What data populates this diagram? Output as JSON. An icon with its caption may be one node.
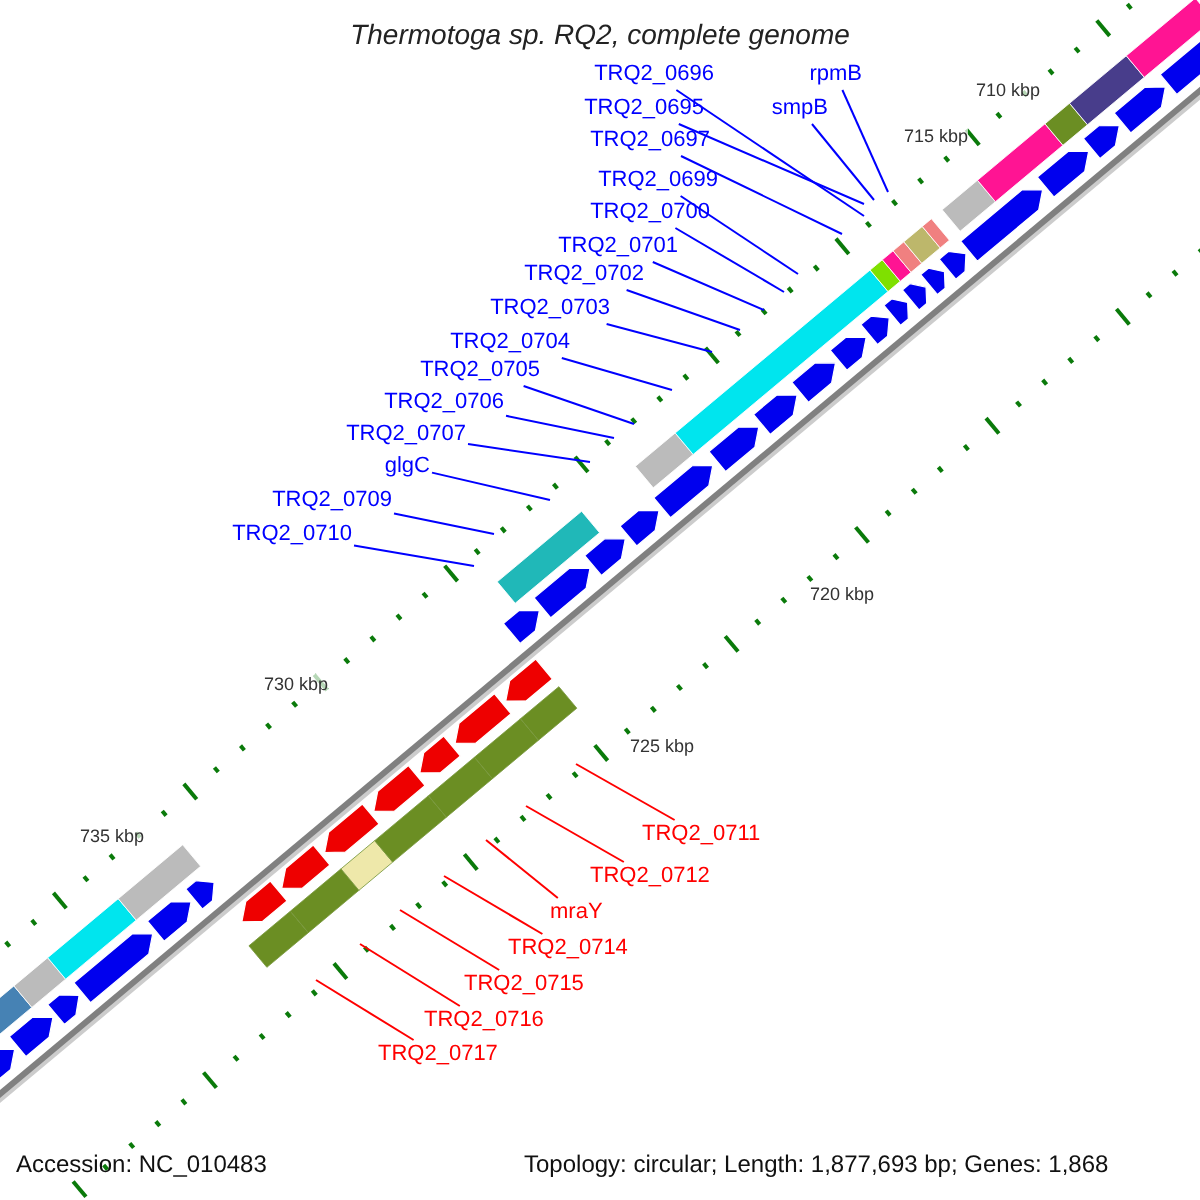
{
  "diagram": {
    "title": "Thermotoga sp. RQ2, complete genome",
    "nodes": [
      {
        "text": [
          "TRQ2_0696"
        ]
      },
      {
        "text": [
          "rpmB"
        ]
      },
      {
        "text": [
          "TRQ2_0695"
        ]
      },
      {
        "text": [
          "smpB"
        ]
      },
      {
        "text": [
          "TRQ2_0697"
        ]
      },
      {
        "text": [
          "TRQ2_0699"
        ]
      },
      {
        "text": [
          "TRQ2_0700"
        ]
      },
      {
        "text": [
          "TRQ2_0701"
        ]
      },
      {
        "text": [
          "TRQ2_0702"
        ]
      },
      {
        "text": [
          "TRQ2_0703"
        ]
      },
      {
        "text": [
          "TRQ2_0704"
        ]
      },
      {
        "text": [
          "TRQ2_0705"
        ]
      },
      {
        "text": [
          "TRQ2_0706"
        ]
      },
      {
        "text": [
          "TRQ2_0707"
        ]
      },
      {
        "text": [
          "glgC"
        ]
      },
      {
        "text": [
          "TRQ2_0709"
        ]
      },
      {
        "text": [
          "TRQ2_0710"
        ]
      },
      {
        "text": [
          "TRQ2_0711"
        ]
      },
      {
        "text": [
          "TRQ2_0712"
        ]
      },
      {
        "text": [
          "mraY"
        ]
      },
      {
        "text": [
          "TRQ2_0714"
        ]
      },
      {
        "text": [
          "TRQ2_0715"
        ]
      },
      {
        "text": [
          "TRQ2_0716"
        ]
      },
      {
        "text": [
          "TRQ2_0717"
        ]
      }
    ],
    "edges": [
      {
        "from": 0,
        "to": null,
        "arrow": "none"
      },
      {
        "from": 1,
        "to": null,
        "arrow": "none"
      },
      {
        "from": 2,
        "to": null,
        "arrow": "none"
      },
      {
        "from": 3,
        "to": null,
        "arrow": "none"
      },
      {
        "from": 4,
        "to": null,
        "arrow": "none"
      },
      {
        "from": 5,
        "to": null,
        "arrow": "none"
      },
      {
        "from": 6,
        "to": null,
        "arrow": "none"
      },
      {
        "from": 7,
        "to": null,
        "arrow": "none"
      },
      {
        "from": 8,
        "to": null,
        "arrow": "none"
      },
      {
        "from": 9,
        "to": null,
        "arrow": "none"
      },
      {
        "from": 10,
        "to": null,
        "arrow": "none"
      },
      {
        "from": 11,
        "to": null,
        "arrow": "none"
      },
      {
        "from": 12,
        "to": null,
        "arrow": "none"
      },
      {
        "from": 13,
        "to": null,
        "arrow": "none"
      },
      {
        "from": 14,
        "to": null,
        "arrow": "none"
      },
      {
        "from": 15,
        "to": null,
        "arrow": "none"
      },
      {
        "from": 16,
        "to": null,
        "arrow": "none"
      },
      {
        "from": 17,
        "to": null,
        "arrow": "none",
        "color": "#ff0000"
      },
      {
        "from": 18,
        "to": null,
        "arrow": "none",
        "color": "#ff0000"
      },
      {
        "from": 19,
        "to": null,
        "arrow": "none",
        "color": "#ff0000"
      },
      {
        "from": 20,
        "to": null,
        "arrow": "none",
        "color": "#ff0000"
      },
      {
        "from": 21,
        "to": null,
        "arrow": "none",
        "color": "#ff0000"
      },
      {
        "from": 22,
        "to": null,
        "arrow": "none",
        "color": "#ff0000"
      },
      {
        "from": 23,
        "to": null,
        "arrow": "none",
        "color": "#ff0000"
      }
    ],
    "labels": [
      "710 kbp",
      "715 kbp",
      "720 kbp",
      "725 kbp",
      "730 kbp",
      "735 kbp",
      "Accession: NC_010483",
      "Topology: circular; Length: 1,877,693 bp; Genes: 1,868"
    ]
  }
}
